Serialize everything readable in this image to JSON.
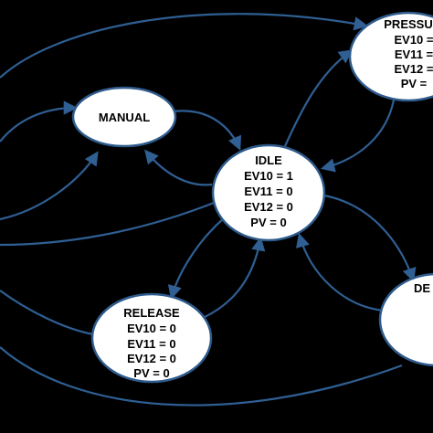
{
  "diagram": {
    "background": "#000000",
    "edge_color": "#2f5f93",
    "node_fill": "#ffffff",
    "node_stroke": "#2e5b8c",
    "states": {
      "manual": {
        "title": "MANUAL"
      },
      "idle": {
        "title": "IDLE",
        "lines": [
          "EV10 = 1",
          "EV11 = 0",
          "EV12 = 0",
          "PV = 0"
        ]
      },
      "pressure": {
        "title": "PRESSU",
        "lines": [
          "EV10 =",
          "EV11 =",
          "EV12 =",
          "PV ="
        ]
      },
      "release": {
        "title": "RELEASE",
        "lines": [
          "EV10 = 0",
          "EV11 = 0",
          "EV12 = 0",
          "PV = 0"
        ]
      },
      "depressure": {
        "title": "DE"
      }
    }
  }
}
